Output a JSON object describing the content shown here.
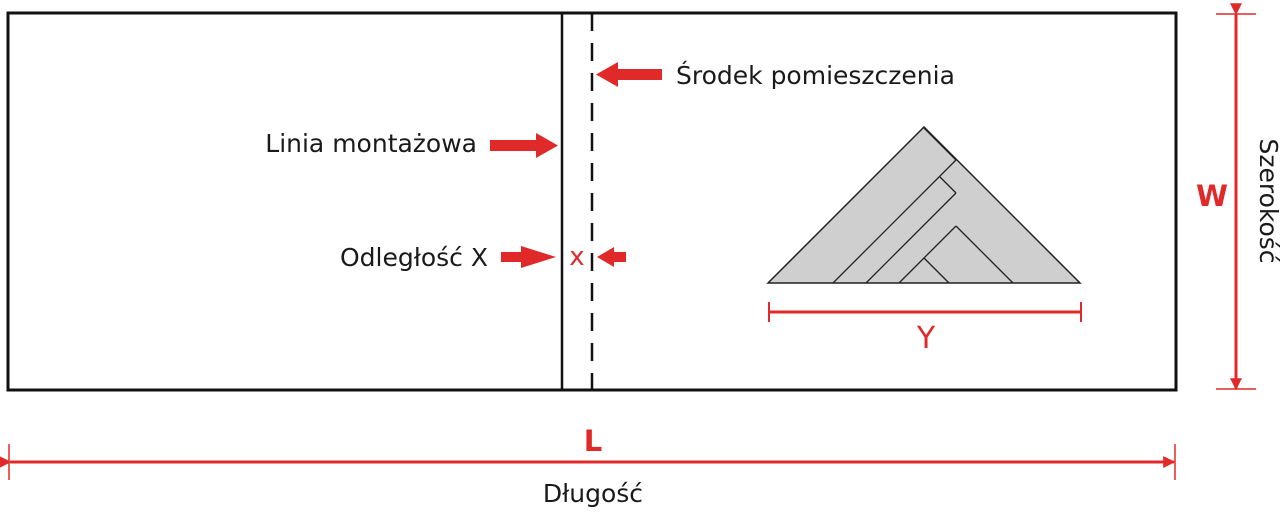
{
  "labels": {
    "room_center": "Środek pomieszczenia",
    "mounting_line": "Linia montażowa",
    "distance_x": "Odległość X",
    "x_mark": "x",
    "y_mark": "Y",
    "width_mark": "W",
    "width_word": "Szerokość",
    "length_mark": "L",
    "length_word": "Długość"
  },
  "colors": {
    "accent": "#e02a2a",
    "outline": "#111111",
    "parquet_fill": "#cfcfcf",
    "parquet_stroke": "#222222"
  }
}
